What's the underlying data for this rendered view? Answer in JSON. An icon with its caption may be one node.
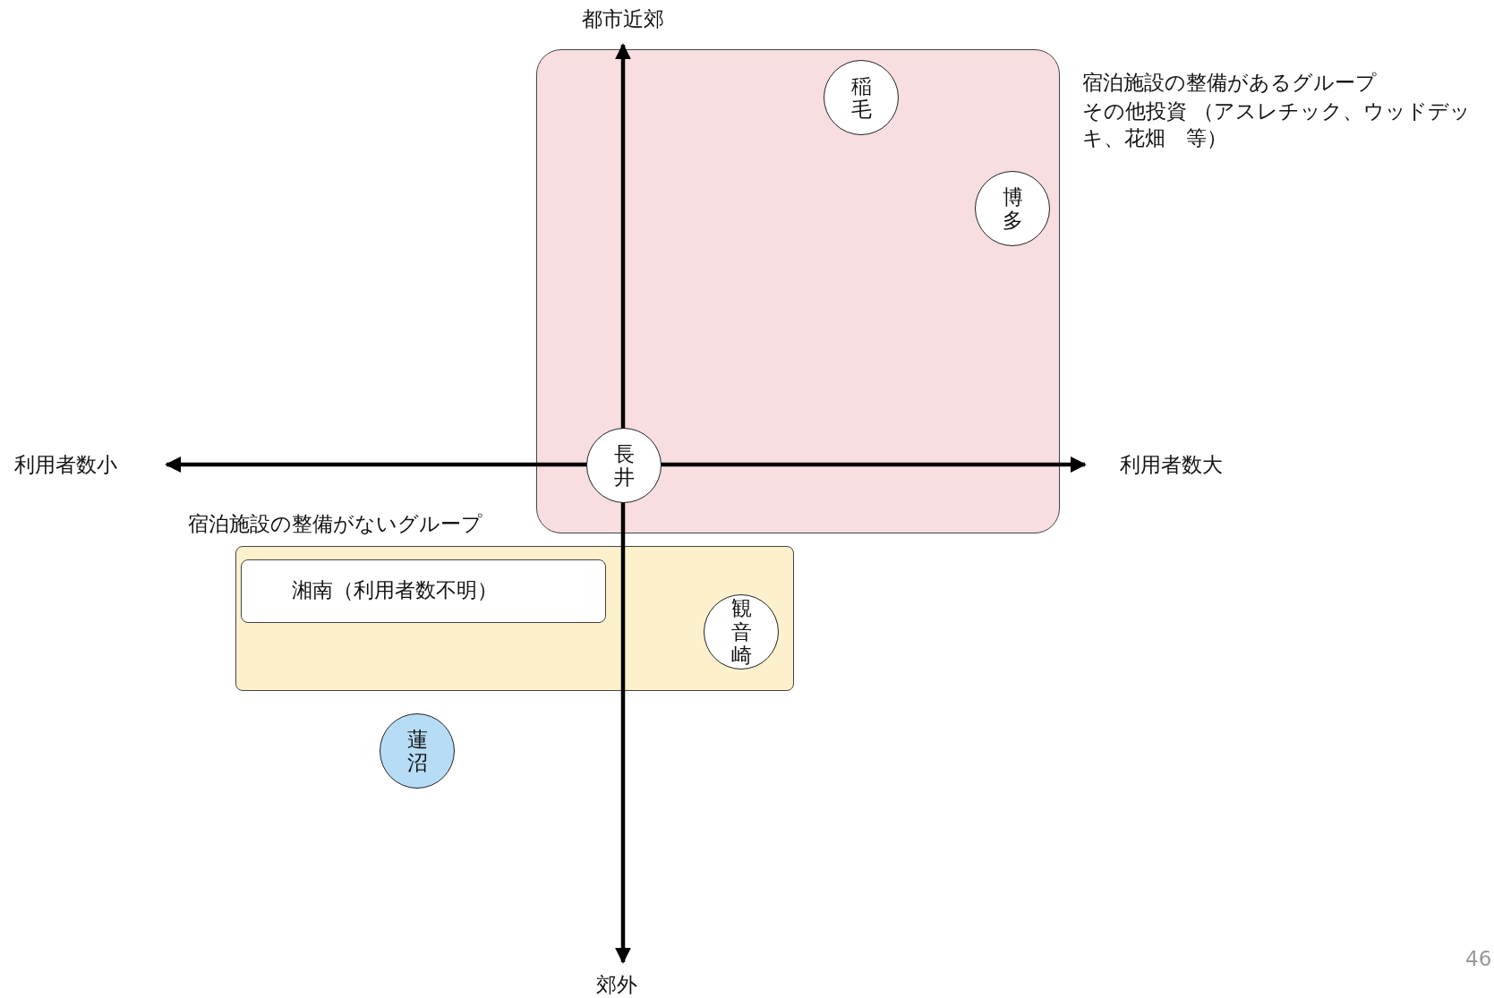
{
  "diagram": {
    "nodes": [
      {
        "text": [
          "宿泊施設の整備があるグループ",
          "その他投資 （アスレチック、ウッドデッキ、花畑　等）"
        ]
      },
      {
        "text": [
          "稲毛"
        ],
        "in": 0
      },
      {
        "text": [
          "博多"
        ],
        "in": 0
      },
      {
        "text": [
          "長井"
        ],
        "in": 0
      },
      {
        "text": [
          "宿泊施設の整備がないグループ"
        ]
      },
      {
        "text": [
          "湘南（利用者数不明）"
        ],
        "in": 4
      },
      {
        "text": [
          "観音崎"
        ],
        "in": 4
      },
      {
        "text": [
          "蓮沼"
        ]
      }
    ],
    "edges": [],
    "labels": [
      "都市近郊",
      "利用者数小",
      "利用者数大",
      "郊外",
      "46"
    ]
  }
}
